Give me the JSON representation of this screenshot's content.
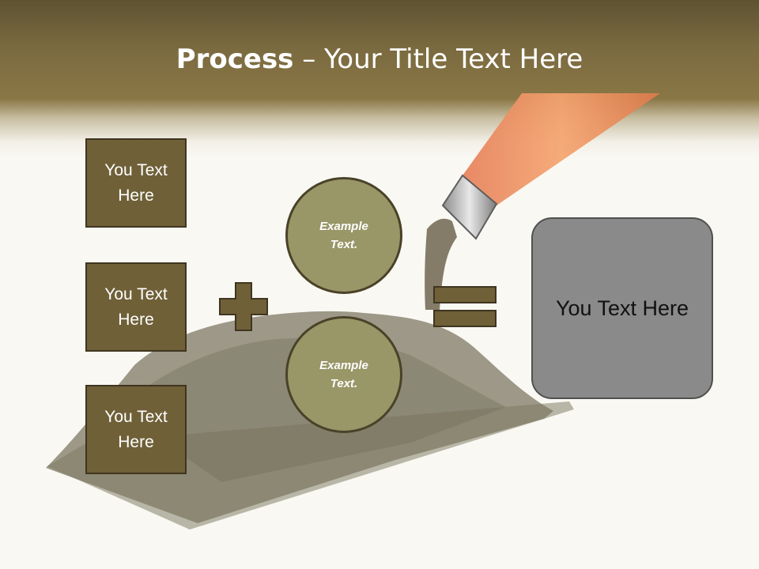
{
  "title": {
    "bold": "Process",
    "rest": " – Your Title Text Here"
  },
  "left_boxes": [
    {
      "label": "You Text Here"
    },
    {
      "label": "You Text Here"
    },
    {
      "label": "You Text Here"
    }
  ],
  "circles": [
    {
      "label": "Example Text."
    },
    {
      "label": "Example Text."
    }
  ],
  "result": {
    "label": "You Text Here"
  },
  "operators": {
    "plus": "plus-icon",
    "equals": "equals-icon"
  },
  "colors": {
    "header": "#7a6a3f",
    "box_fill": "#6f6038",
    "circle_fill": "#999668",
    "operator_fill": "#6f6038",
    "result_fill": "#8a8a8a"
  }
}
